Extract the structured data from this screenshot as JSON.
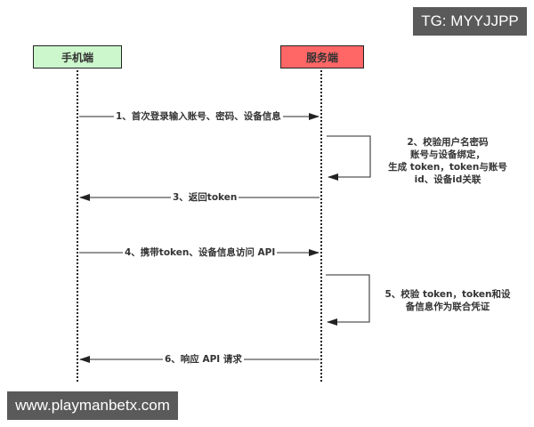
{
  "diagram": {
    "type": "sequence",
    "actors": [
      {
        "name": "手机端",
        "color": "#ccf7cc"
      },
      {
        "name": "服务端",
        "color": "#ff6666"
      }
    ],
    "messages": [
      {
        "step": 1,
        "from": "手机端",
        "to": "服务端",
        "label": "1、首次登录输入账号、密码、设备信息"
      },
      {
        "step": 2,
        "from": "服务端",
        "to": "服务端",
        "lines": [
          "2、校验用户名密码",
          "账号与设备绑定，",
          "生成 token，token与账号",
          "id、设备id关联"
        ]
      },
      {
        "step": 3,
        "from": "服务端",
        "to": "手机端",
        "label": "3、返回token"
      },
      {
        "step": 4,
        "from": "手机端",
        "to": "服务端",
        "label": "4、携带token、设备信息访问 API"
      },
      {
        "step": 5,
        "from": "服务端",
        "to": "服务端",
        "lines": [
          "5、校验 token，token和设",
          "备信息作为联合凭证"
        ]
      },
      {
        "step": 6,
        "from": "服务端",
        "to": "手机端",
        "label": "6、响应 API 请求"
      }
    ]
  },
  "overlays": {
    "tg_badge": "TG: MYYJJPP",
    "url_badge": "www.playmanbetx.com"
  }
}
